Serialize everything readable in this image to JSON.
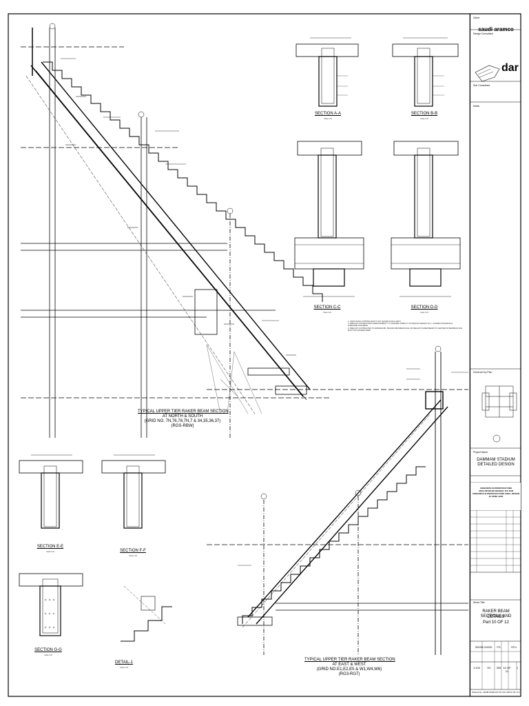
{
  "sheet": {
    "client_label": "Client",
    "client_name": "saudi aramco",
    "design_consultant_label": "Design Consultant",
    "consultant_logo": "dar",
    "sub_consultant_label": "Sub Consultant",
    "notes_label": "Notes",
    "key_plan_label": "General Key Plan",
    "project_name_label": "Project Name",
    "project_name_line1": "DAMMAM STADIUM",
    "project_name_line2": "DETAILED DESIGN",
    "issue_line1": "CONCRETE SUPERSTRUCTURE",
    "issue_line2": "100% DETAILED DESIGN / IFC FOR",
    "issue_line3": "CONCRETE SUPERSTRUCTURE FINAL DESIGN",
    "issue_line4": "15 APRIL 2020",
    "sheet_title_label": "Sheet Title",
    "sheet_title_line1": "RAKER BEAM SECTIONS AND",
    "sheet_title_line2": "DETAILS",
    "sheet_title_line3": "Part 10 OF 12",
    "contract_no": "3202B-0100D",
    "field_fd": "FD",
    "field_stu": "STU",
    "scale": "1:100",
    "discipline": "SC",
    "sheet_no": "305",
    "part": "10 OF 12",
    "rev": "1",
    "drawing_no_label": "Drawing No.",
    "drawing_no": "3202B-0100D-FD-STU-SC-305-10 OF 12-1"
  },
  "sections": {
    "aa": "SECTION A-A",
    "bb": "SECTION B-B",
    "cc": "SECTION C-C",
    "dd": "SECTION D-D",
    "ee": "SECTION E-E",
    "ff": "SECTION F-F",
    "gg": "SECTION G-G",
    "detail1": "DETAIL-1",
    "scale_small": "Scale 1:20"
  },
  "raker_top": {
    "line1": "TYPICAL UPPER TIER RAKER BEAM SECTION",
    "line2": "AT NORTH & SOUTH",
    "line3": "(GRID NO. 7N,76,78,7N,7 & 34,35,36,37)",
    "line4": "(RGS-RBW)"
  },
  "raker_bottom": {
    "line1": "TYPICAL UPPER TIER RAKER BEAM SECTION",
    "line2": "AT EAST & WEST",
    "line3": "(GRID NO.E1,E2,E5 & W1,W4,W6)",
    "line4": "(RG3-RG7)"
  },
  "notes_cc": [
    "1. STRUCTURAL TOPPING ROW IT NOT SHOWN FOR CLARITY",
    "2. PRECAST CONTRACTOR'S RESPONSIBILITY TO ENSURE STABILITY OF PRECAST BEAMS TILL + CONNECTION DETAILS",
    "   FORM ARE CONCRETE.",
    "3. PRECAST CONTRACTOR TO ENSURE MIN. SPACING BETWEEN FACE OF PRECAST RAKER BEAMS TO CENTER OF BEARINGS WILL",
    "   MUST NOT EXCEED 40MM"
  ]
}
